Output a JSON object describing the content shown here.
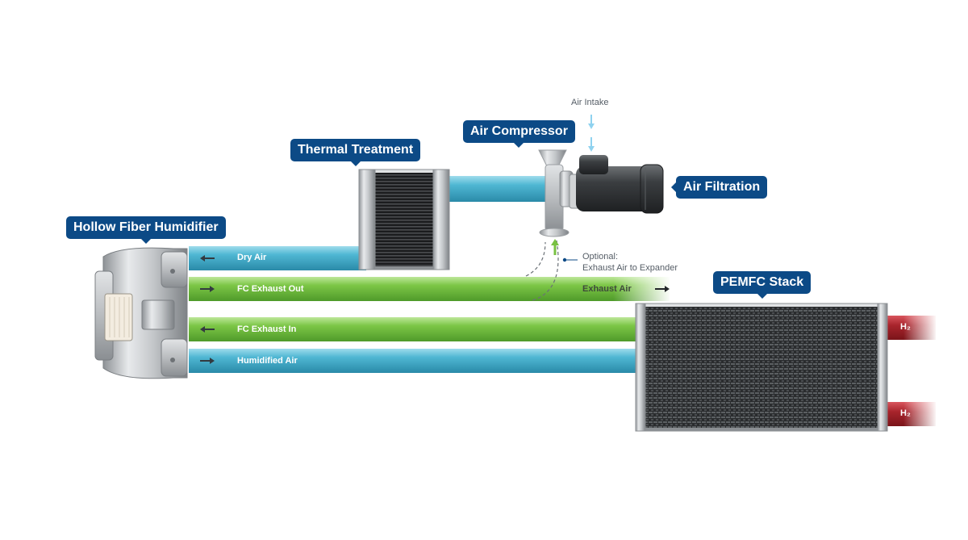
{
  "tags": {
    "humidifier": "Hollow Fiber Humidifier",
    "thermal": "Thermal Treatment",
    "compressor": "Air Compressor",
    "filtration": "Air Filtration",
    "stack": "PEMFC Stack"
  },
  "pipes": {
    "dry_air": "Dry Air",
    "fc_exhaust_out": "FC Exhaust Out",
    "fc_exhaust_in": "FC Exhaust In",
    "humidified_air": "Humidified Air",
    "exhaust_air": "Exhaust Air"
  },
  "notes": {
    "air_intake": "Air Intake",
    "optional_line1": "Optional:",
    "optional_line2": "Exhaust Air to Expander"
  },
  "hydrogen": {
    "top": "H₂",
    "bottom": "H₂"
  },
  "colors": {
    "pipe_blue": "#3fa6c4",
    "pipe_green": "#79c143",
    "hydrogen_red": "#a8242c",
    "tag_blue": "#0c4a86"
  }
}
